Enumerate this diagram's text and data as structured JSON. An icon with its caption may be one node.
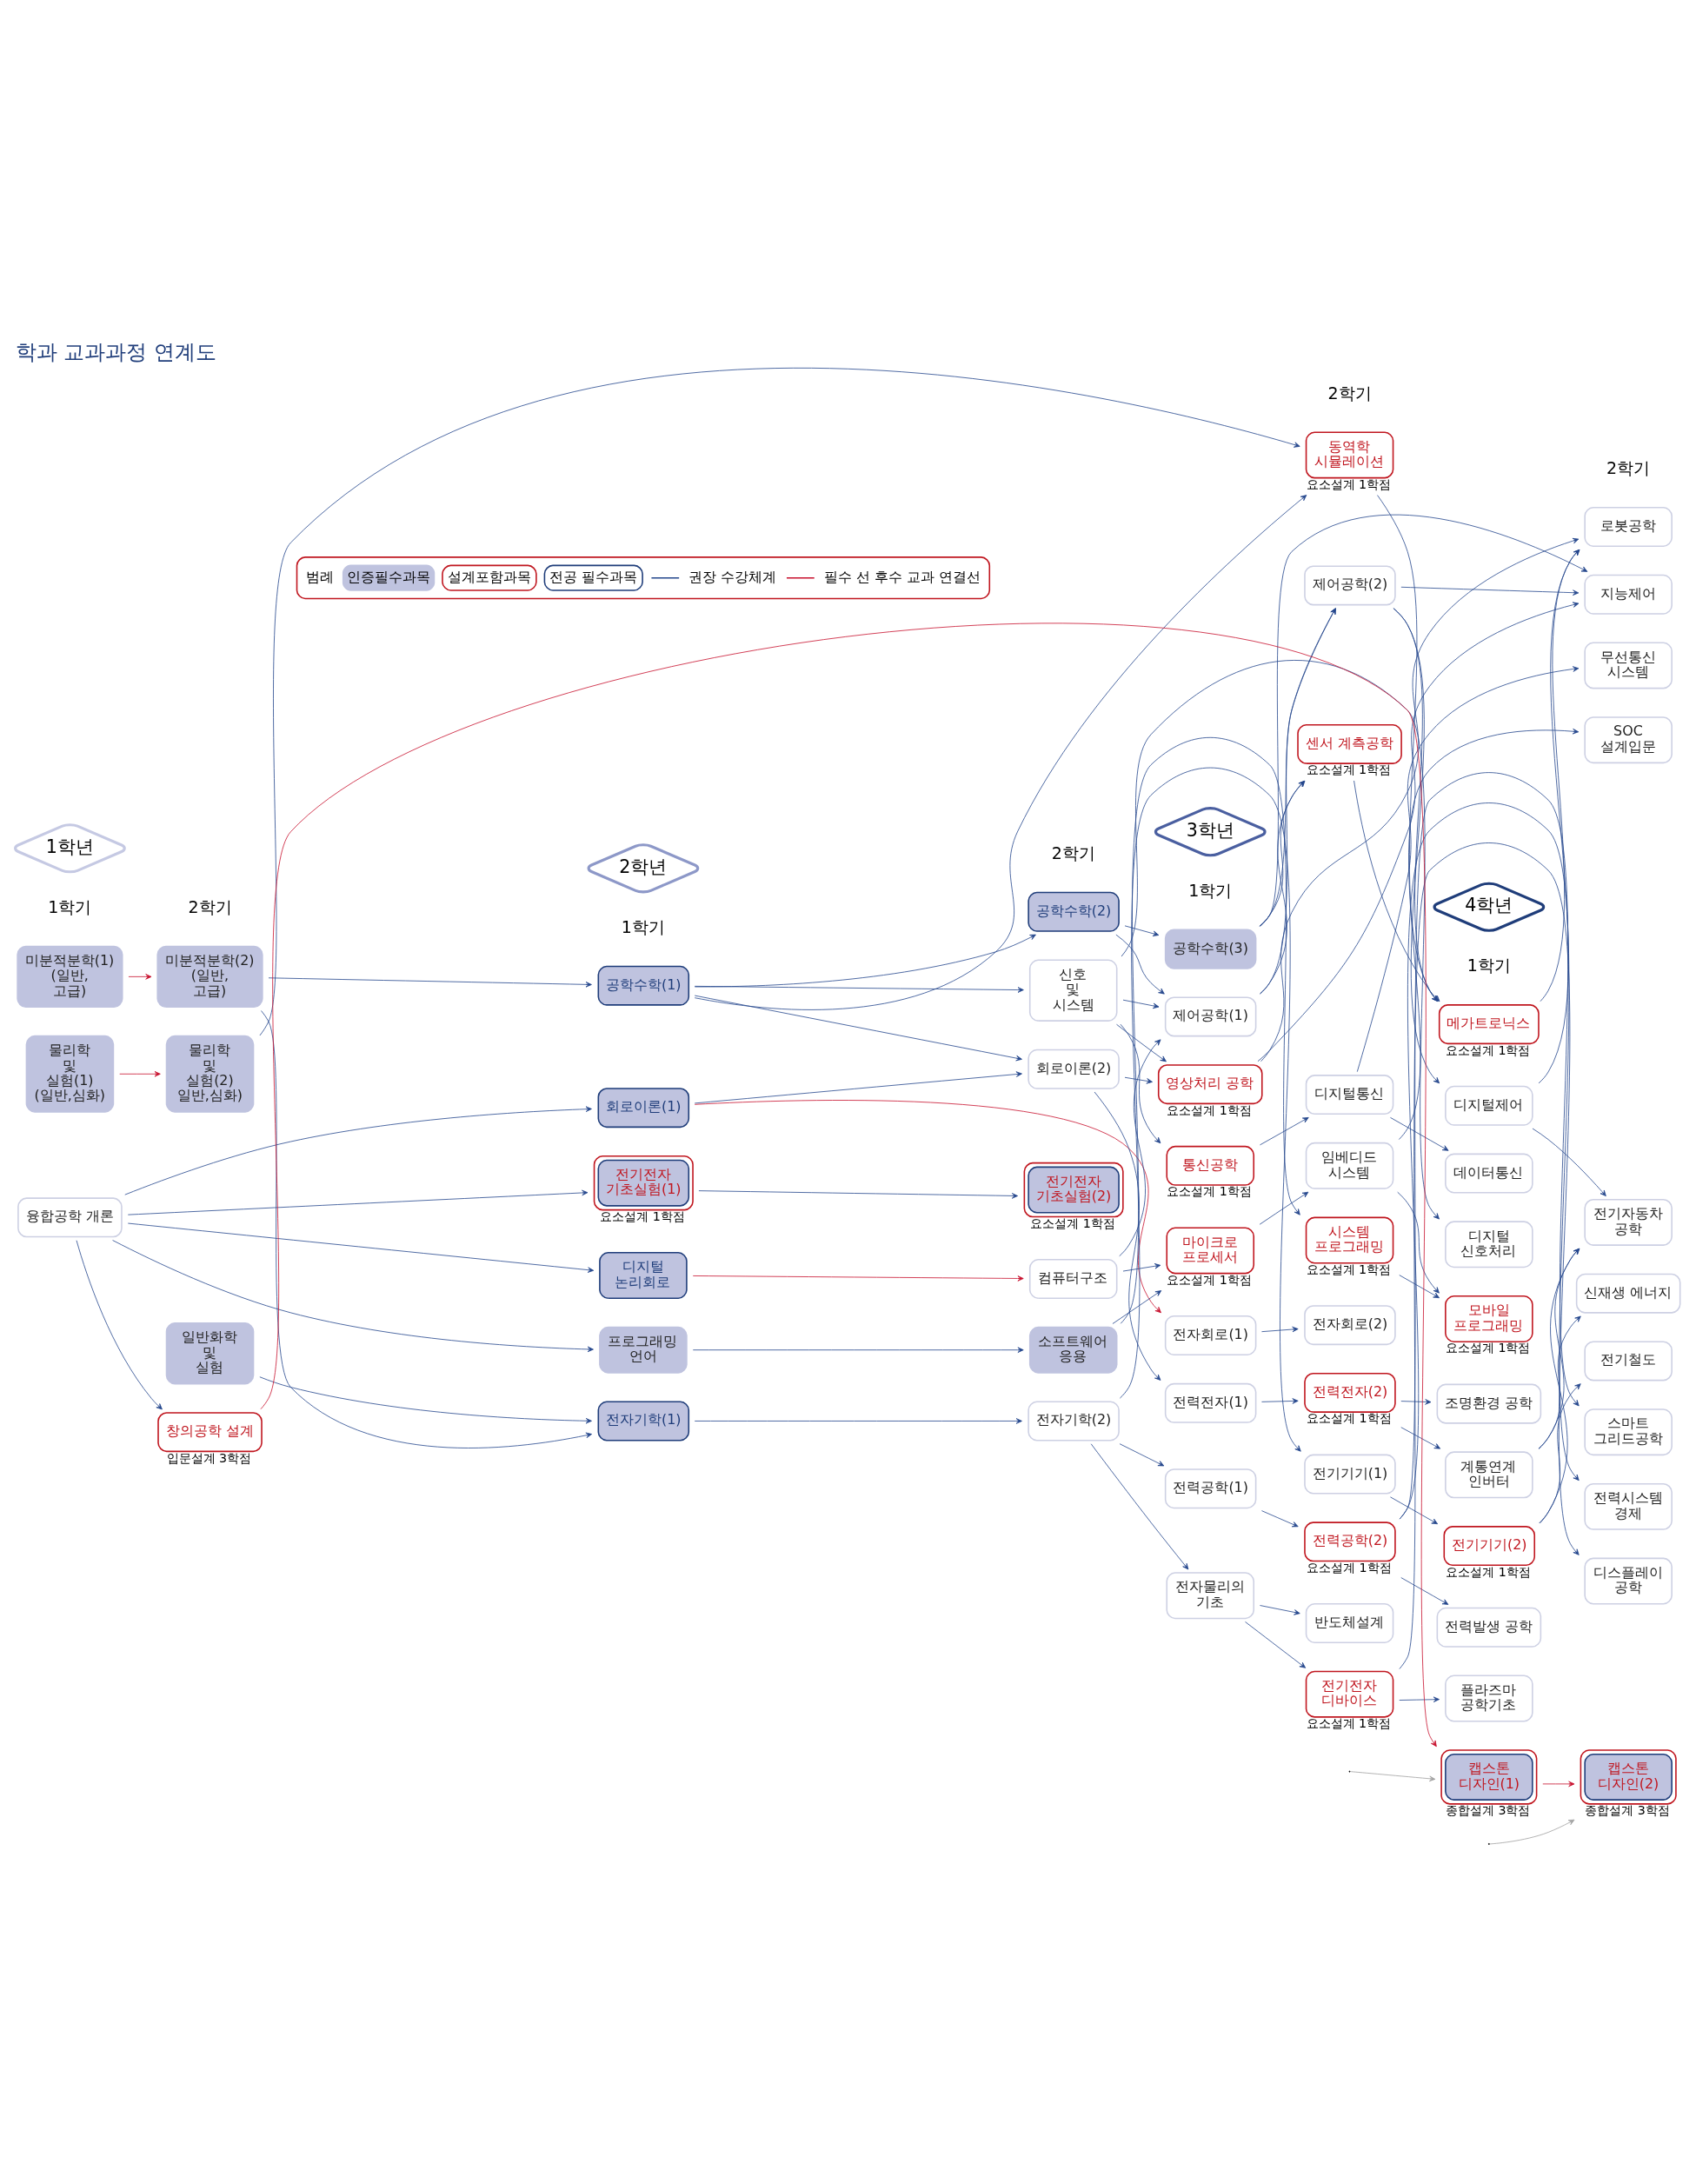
{
  "diagram": {
    "title": "학과 교과과정 연계도",
    "nodes": [
      {
        "text": [
          "1학년"
        ]
      },
      {
        "text": [
          "2학년"
        ]
      },
      {
        "text": [
          "3학년"
        ]
      },
      {
        "text": [
          "4학년"
        ]
      },
      {
        "text": [
          "미분적분학(1) (일반, 고급)"
        ]
      },
      {
        "text": [
          "미분적분학(2) (일반, 고급)"
        ]
      },
      {
        "text": [
          "물리학 및 실험(1) (일반,심화)"
        ]
      },
      {
        "text": [
          "물리학 및 실험(2) 일반,심화)"
        ]
      },
      {
        "text": [
          "융합공학 개론"
        ]
      },
      {
        "text": [
          "공학수학(1)"
        ]
      },
      {
        "text": [
          "공학수학(2)"
        ]
      },
      {
        "text": [
          "공학수학(3)"
        ]
      },
      {
        "text": [
          "회로이론(1)"
        ]
      },
      {
        "text": [
          "신호 및 시스템"
        ]
      },
      {
        "text": [
          "회로이론(2)"
        ]
      },
      {
        "text": [
          "전기전자 기초실험(1)"
        ],
        "beside": [
          "요소설계 1학점"
        ]
      },
      {
        "text": [
          "전기전자 기초실험(2)"
        ],
        "beside": [
          "요소설계 1학점"
        ]
      },
      {
        "text": [
          "디지털 논리회로"
        ]
      },
      {
        "text": [
          "컴퓨터구조"
        ]
      },
      {
        "text": [
          "프로그래밍 언어"
        ]
      },
      {
        "text": [
          "소프트웨어 응용"
        ]
      },
      {
        "text": [
          "일반화학 및 실험"
        ]
      },
      {
        "text": [
          "전자기학(1)"
        ]
      },
      {
        "text": [
          "전자기학(2)"
        ]
      },
      {
        "text": [
          "제어공학(1)"
        ]
      },
      {
        "text": [
          "영상처리 공학"
        ],
        "beside": [
          "요소설계 1학점"
        ]
      },
      {
        "text": [
          "통신공학"
        ],
        "beside": [
          "요소설계 1학점"
        ]
      },
      {
        "text": [
          "마이크로 프로세서"
        ],
        "beside": [
          "요소설계 1학점"
        ]
      },
      {
        "text": [
          "전자회로(1)"
        ]
      },
      {
        "text": [
          "전력전자(1)"
        ]
      },
      {
        "text": [
          "전력공학(1)"
        ]
      },
      {
        "text": [
          "전자물리의 기초"
        ]
      },
      {
        "text": [
          "동역학 시뮬레이션"
        ],
        "beside": [
          "요소설계 1학점"
        ]
      },
      {
        "text": [
          "제어공학(2)"
        ]
      },
      {
        "text": [
          "센서 계측공학"
        ],
        "beside": [
          "요소설계 1학점"
        ]
      },
      {
        "text": [
          "디지털통신"
        ]
      },
      {
        "text": [
          "임베디드 시스템"
        ]
      },
      {
        "text": [
          "시스템 프로그래밍"
        ],
        "beside": [
          "요소설계 1학점"
        ]
      },
      {
        "text": [
          "전자회로(2)"
        ]
      },
      {
        "text": [
          "전력전자(2)"
        ],
        "beside": [
          "요소설계 1학점"
        ]
      },
      {
        "text": [
          "전기기기(1)"
        ]
      },
      {
        "text": [
          "전력공학(2)"
        ],
        "beside": [
          "요소설계 1학점"
        ]
      },
      {
        "text": [
          "반도체설계"
        ]
      },
      {
        "text": [
          "전기전자 디바이스"
        ],
        "beside": [
          "요소설계 1학점"
        ]
      },
      {
        "text": [
          "메가트로닉스"
        ],
        "beside": [
          "요소설계 1학점"
        ]
      },
      {
        "text": [
          "디지털제어"
        ]
      },
      {
        "text": [
          "데이터통신"
        ]
      },
      {
        "text": [
          "디지털 신호처리"
        ]
      },
      {
        "text": [
          "모바일 프로그래밍"
        ],
        "beside": [
          "요소설계 1학점"
        ]
      },
      {
        "text": [
          "조명환경 공학"
        ]
      },
      {
        "text": [
          "계통연계 인버터"
        ]
      },
      {
        "text": [
          "전기기기(2)"
        ],
        "beside": [
          "요소설계 1학점"
        ]
      },
      {
        "text": [
          "전력발생 공학"
        ]
      },
      {
        "text": [
          "플라즈마 공학기초"
        ]
      },
      {
        "text": [
          "로봇공학"
        ]
      },
      {
        "text": [
          "지능제어"
        ]
      },
      {
        "text": [
          "무선통신 시스템"
        ]
      },
      {
        "text": [
          "SOC 설계입문"
        ]
      },
      {
        "text": [
          "전기자동차 공학"
        ]
      },
      {
        "text": [
          "신재생 에너지"
        ]
      },
      {
        "text": [
          "전기철도"
        ]
      },
      {
        "text": [
          "스마트 그리드공학"
        ]
      },
      {
        "text": [
          "전력시스템 경제"
        ]
      },
      {
        "text": [
          "디스플레이 공학"
        ]
      },
      {
        "text": [
          "창의공학 설계"
        ],
        "beside": [
          "입문설계 3학점"
        ]
      },
      {
        "text": [
          "캡스톤 디자인(1)"
        ],
        "beside": [
          "종합설계 3학점"
        ]
      },
      {
        "text": [
          "캡스톤 디자인(2)"
        ],
        "beside": [
          "종합설계 3학점"
        ]
      }
    ],
    "edges": [
      {
        "from": 4,
        "to": 5,
        "arrow": "to",
        "color": "#c8102e"
      },
      {
        "from": 6,
        "to": 7,
        "arrow": "to",
        "color": "#c8102e"
      },
      {
        "from": 5,
        "to": 9,
        "arrow": "to"
      },
      {
        "from": 5,
        "to": 22,
        "arrow": "to"
      },
      {
        "from": 8,
        "to": 12,
        "arrow": "to"
      },
      {
        "from": 8,
        "to": 15,
        "arrow": "to"
      },
      {
        "from": 8,
        "to": 17,
        "arrow": "to"
      },
      {
        "from": 8,
        "to": 19,
        "arrow": "to"
      },
      {
        "from": 8,
        "to": 64,
        "arrow": "to"
      },
      {
        "from": 21,
        "to": 22,
        "arrow": "to"
      },
      {
        "from": 9,
        "to": 10,
        "arrow": "to"
      },
      {
        "from": 9,
        "to": 13,
        "arrow": "to"
      },
      {
        "from": 9,
        "to": 14,
        "arrow": "to"
      },
      {
        "from": 9,
        "to": 32,
        "arrow": "to"
      },
      {
        "from": 7,
        "to": 32,
        "arrow": "to"
      },
      {
        "from": 12,
        "to": 14,
        "arrow": "to"
      },
      {
        "from": 12,
        "to": 28,
        "arrow": "to",
        "color": "#c8102e"
      },
      {
        "from": 15,
        "to": 16,
        "arrow": "to"
      },
      {
        "from": 17,
        "to": 18,
        "arrow": "to",
        "color": "#c8102e"
      },
      {
        "from": 19,
        "to": 20,
        "arrow": "to"
      },
      {
        "from": 22,
        "to": 23,
        "arrow": "to"
      },
      {
        "from": 10,
        "to": 11,
        "arrow": "to"
      },
      {
        "from": 10,
        "to": 24,
        "arrow": "to"
      },
      {
        "from": 13,
        "to": 24,
        "arrow": "to"
      },
      {
        "from": 13,
        "to": 25,
        "arrow": "to"
      },
      {
        "from": 13,
        "to": 26,
        "arrow": "to"
      },
      {
        "from": 13,
        "to": 47,
        "arrow": "to"
      },
      {
        "from": 14,
        "to": 25,
        "arrow": "to"
      },
      {
        "from": 14,
        "to": 29,
        "arrow": "to"
      },
      {
        "from": 18,
        "to": 27,
        "arrow": "to"
      },
      {
        "from": 18,
        "to": 24,
        "arrow": "to"
      },
      {
        "from": 20,
        "to": 27,
        "arrow": "to"
      },
      {
        "from": 20,
        "to": 37,
        "arrow": "to"
      },
      {
        "from": 23,
        "to": 40,
        "arrow": "to"
      },
      {
        "from": 23,
        "to": 30,
        "arrow": "to"
      },
      {
        "from": 23,
        "to": 31,
        "arrow": "to"
      },
      {
        "from": 11,
        "to": 33,
        "arrow": "to"
      },
      {
        "from": 11,
        "to": 34,
        "arrow": "to"
      },
      {
        "from": 11,
        "to": 55,
        "arrow": "to"
      },
      {
        "from": 24,
        "to": 33,
        "arrow": "to"
      },
      {
        "from": 24,
        "to": 34,
        "arrow": "to"
      },
      {
        "from": 25,
        "to": 54,
        "arrow": "to"
      },
      {
        "from": 25,
        "to": 55,
        "arrow": "to"
      },
      {
        "from": 26,
        "to": 35,
        "arrow": "to"
      },
      {
        "from": 27,
        "to": 36,
        "arrow": "to"
      },
      {
        "from": 28,
        "to": 38,
        "arrow": "to"
      },
      {
        "from": 29,
        "to": 39,
        "arrow": "to"
      },
      {
        "from": 30,
        "to": 41,
        "arrow": "to"
      },
      {
        "from": 31,
        "to": 42,
        "arrow": "to"
      },
      {
        "from": 31,
        "to": 43,
        "arrow": "to"
      },
      {
        "from": 32,
        "to": 44,
        "arrow": "to"
      },
      {
        "from": 33,
        "to": 44,
        "arrow": "to"
      },
      {
        "from": 33,
        "to": 45,
        "arrow": "to"
      },
      {
        "from": 33,
        "to": 55,
        "arrow": "to"
      },
      {
        "from": 34,
        "to": 44,
        "arrow": "to"
      },
      {
        "from": 35,
        "to": 46,
        "arrow": "to"
      },
      {
        "from": 35,
        "to": 56,
        "arrow": "to"
      },
      {
        "from": 36,
        "to": 57,
        "arrow": "to"
      },
      {
        "from": 36,
        "to": 48,
        "arrow": "to"
      },
      {
        "from": 37,
        "to": 48,
        "arrow": "to"
      },
      {
        "from": 39,
        "to": 49,
        "arrow": "to"
      },
      {
        "from": 39,
        "to": 50,
        "arrow": "to"
      },
      {
        "from": 40,
        "to": 51,
        "arrow": "to"
      },
      {
        "from": 41,
        "to": 52,
        "arrow": "to"
      },
      {
        "from": 41,
        "to": 61,
        "arrow": "to"
      },
      {
        "from": 41,
        "to": 62,
        "arrow": "to"
      },
      {
        "from": 43,
        "to": 53,
        "arrow": "to"
      },
      {
        "from": 43,
        "to": 63,
        "arrow": "to"
      },
      {
        "from": 44,
        "to": 54,
        "arrow": "to"
      },
      {
        "from": 45,
        "to": 54,
        "arrow": "to"
      },
      {
        "from": 45,
        "to": 58,
        "arrow": "to"
      },
      {
        "from": 50,
        "to": 58,
        "arrow": "to"
      },
      {
        "from": 50,
        "to": 59,
        "arrow": "to"
      },
      {
        "from": 51,
        "to": 58,
        "arrow": "to"
      },
      {
        "from": 51,
        "to": 60,
        "arrow": "to"
      },
      {
        "from": 64,
        "to": 65,
        "arrow": "to",
        "color": "#c8102e"
      },
      {
        "from": 65,
        "to": 66,
        "arrow": "to",
        "color": "#c8102e"
      },
      {
        "from": null,
        "to": 65,
        "arrow": "to",
        "color": "#a0a0a0"
      },
      {
        "from": null,
        "to": 66,
        "arrow": "to",
        "color": "#a0a0a0"
      }
    ],
    "labels": [
      "1학기",
      "2학기",
      "1학기",
      "2학기",
      "1학기",
      "2학기",
      "1학기",
      "2학기",
      "범례"
    ],
    "legend": [
      {
        "text": "인증필수과목",
        "color": "#bfc3df"
      },
      {
        "text": "설계포함과목"
      },
      {
        "text": "전공 필수과목"
      },
      {
        "text": "권장 수강체계"
      },
      {
        "text": "필수 선 후수 교과 연결선"
      }
    ]
  }
}
